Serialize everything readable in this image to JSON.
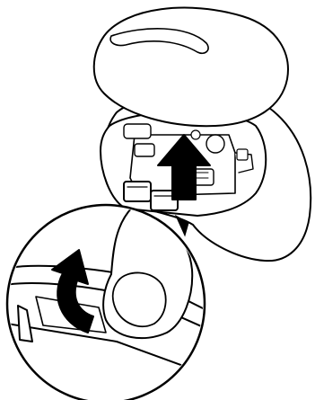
{
  "figure": {
    "parts": [
      {
        "name": "mouse-top-cover",
        "icon": "mouse-cover-icon"
      },
      {
        "name": "mouse-base-open",
        "icon": "mouse-body-icon"
      },
      {
        "name": "battery-compartment",
        "icon": "battery-icon"
      },
      {
        "name": "lift-arrow",
        "icon": "arrow-up-icon"
      },
      {
        "name": "magnified-detail",
        "icon": "zoom-circle-icon"
      },
      {
        "name": "curved-arrow",
        "icon": "curved-arrow-icon"
      },
      {
        "name": "finger",
        "icon": "finger-icon"
      }
    ],
    "colors": {
      "line": "#000000",
      "fill": "#ffffff",
      "arrow": "#000000"
    }
  }
}
